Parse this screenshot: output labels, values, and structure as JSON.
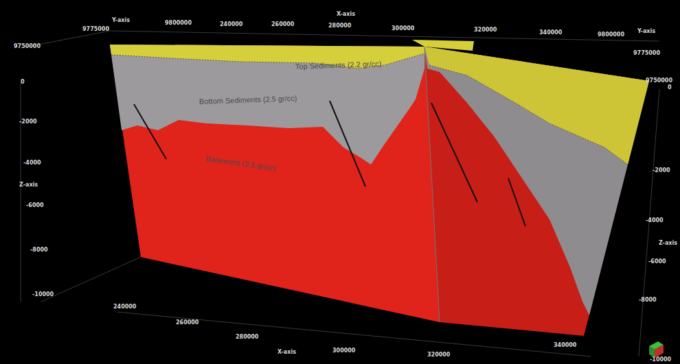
{
  "diagram": {
    "labels": [
      "Y-axis",
      "9800000",
      "240000",
      "260000",
      "X-axis",
      "280000",
      "300000",
      "320000",
      "340000",
      "9800000",
      "Y-axis",
      "9775000",
      "9750000",
      "9775000",
      "9750000",
      "0",
      "-2000",
      "-4000",
      "Z-axis",
      "-6000",
      "-8000",
      "-10000",
      "240000",
      "260000",
      "280000",
      "X-axis",
      "300000",
      "320000",
      "340000",
      "0",
      "-2000",
      "-4000",
      "Z-axis",
      "-6000",
      "-8000",
      "-10000",
      "Top Sediments (2.2 gr/cc)",
      "Bottom Sediments (2.5 gr/cc)",
      "Basement (2.8 gr/cc)"
    ]
  }
}
